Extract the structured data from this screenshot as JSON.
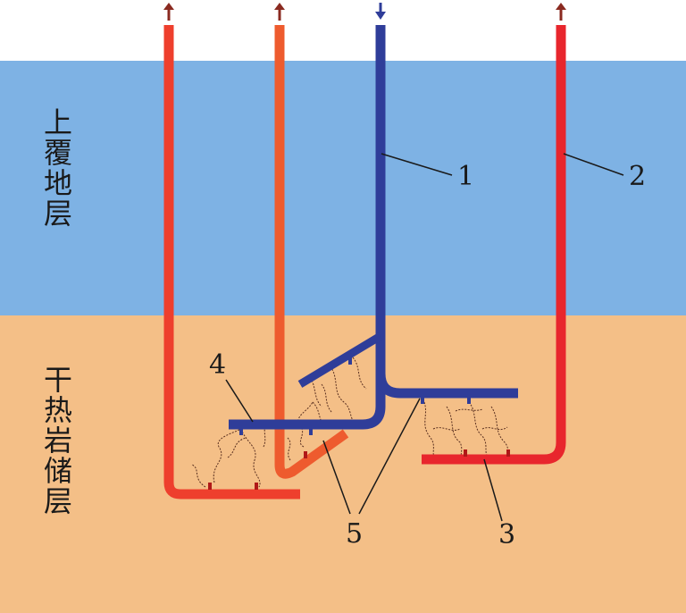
{
  "layers": {
    "overburden": {
      "label": "上覆地层",
      "color": "#7eb2e4"
    },
    "reservoir": {
      "label": "干热岩储层",
      "color": "#f4bf87"
    },
    "sky_color": "#ffffff"
  },
  "wells": {
    "injection_color": "#2f3d99",
    "production_colors": [
      "#ee3f2d",
      "#ee5b2e",
      "#e8262d"
    ],
    "arrow_color": "#8a2a20",
    "injection_arrow_color": "#2f3d99"
  },
  "callouts": [
    {
      "id": "1",
      "text": "1"
    },
    {
      "id": "2",
      "text": "2"
    },
    {
      "id": "3",
      "text": "3"
    },
    {
      "id": "4",
      "text": "4"
    },
    {
      "id": "5",
      "text": "5"
    }
  ],
  "fracture_color": "#5a3020"
}
